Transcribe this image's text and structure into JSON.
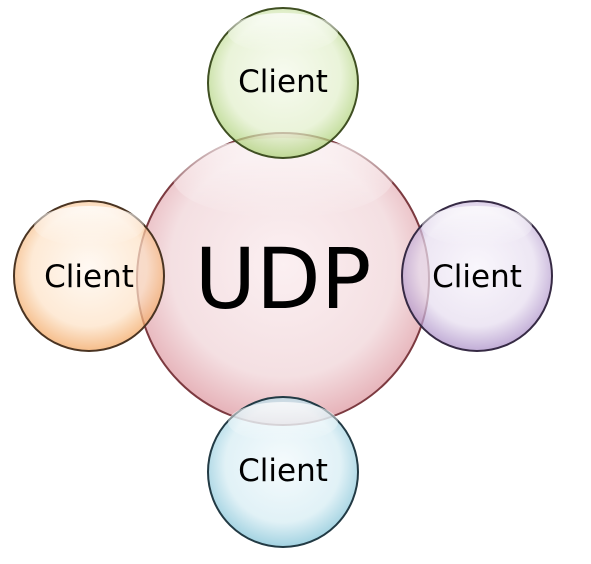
{
  "diagram": {
    "center": {
      "label": "UDP",
      "color": "#f2d4d6",
      "stroke": "#8a3a40"
    },
    "clients": [
      {
        "label": "Client",
        "position": "top",
        "color": "#cfe4a8",
        "stroke": "#5c7a2a"
      },
      {
        "label": "Client",
        "position": "left",
        "color": "#f8c89a",
        "stroke": "#b06a2a"
      },
      {
        "label": "Client",
        "position": "right",
        "color": "#d6c8e4",
        "stroke": "#5a3a7a"
      },
      {
        "label": "Client",
        "position": "bottom",
        "color": "#bfe0ea",
        "stroke": "#2a6a80"
      }
    ]
  }
}
